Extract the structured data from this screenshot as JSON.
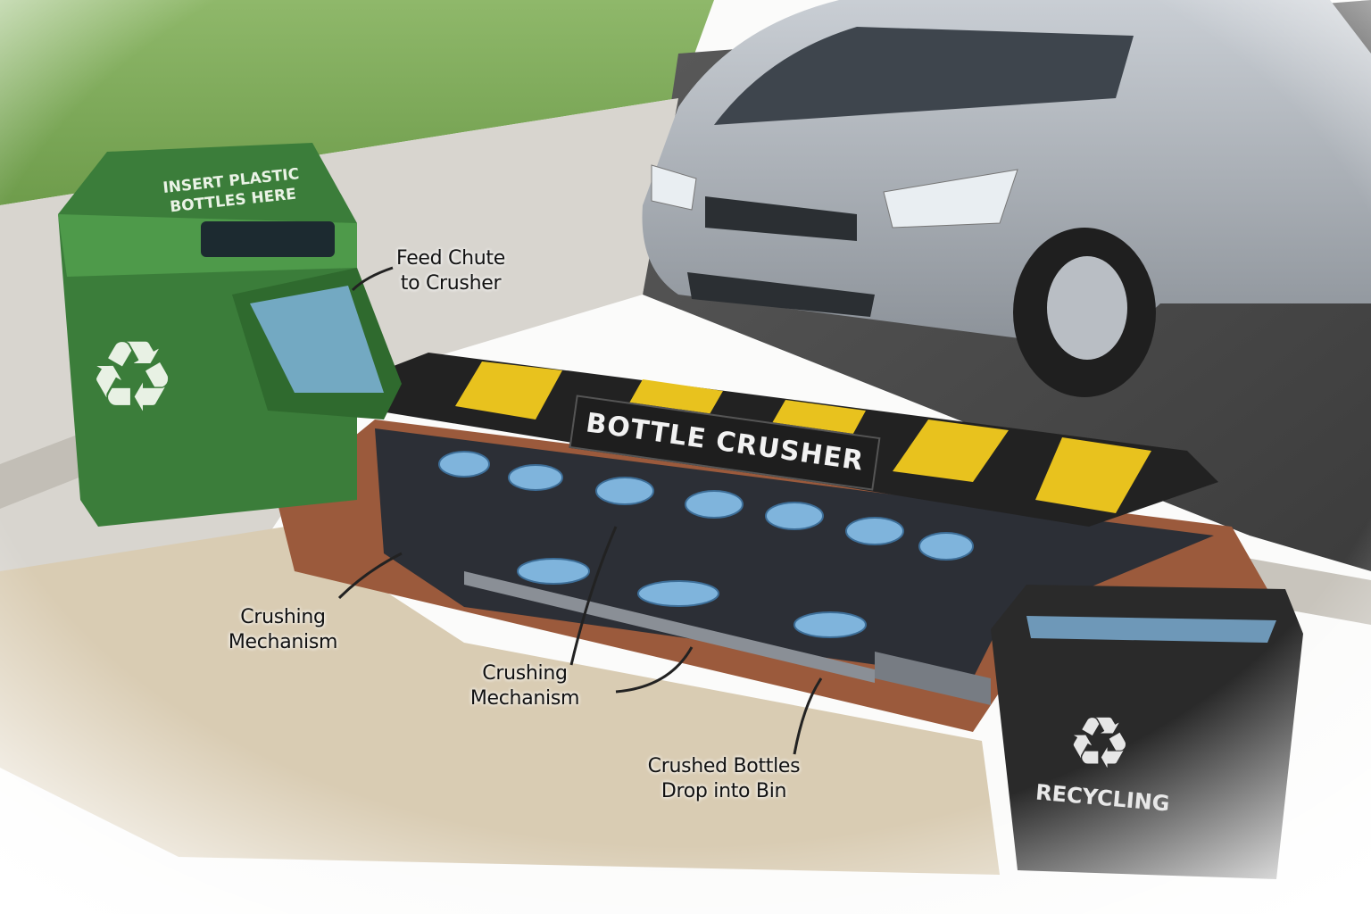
{
  "title": "Bottle Crusher Speed Bump Illustration",
  "green_bin": {
    "sign_line1": "INSERT PLASTIC",
    "sign_line2": "BOTTLES HERE",
    "color": "#3b7d3a"
  },
  "speed_bump": {
    "sign": "BOTTLE CRUSHER",
    "stripe_yellow": "#e8c21e",
    "stripe_black": "#222222"
  },
  "recycling_bin": {
    "label": "RECYCLING",
    "color": "#2a2a2a"
  },
  "callouts": [
    {
      "line1": "Feed Chute",
      "line2": "to Crusher"
    },
    {
      "line1": "Crushing",
      "line2": "Mechanism"
    },
    {
      "line1": "Crushing",
      "line2": "Mechanism"
    },
    {
      "line1": "Crushed Bottles",
      "line2": "Drop into Bin"
    }
  ]
}
